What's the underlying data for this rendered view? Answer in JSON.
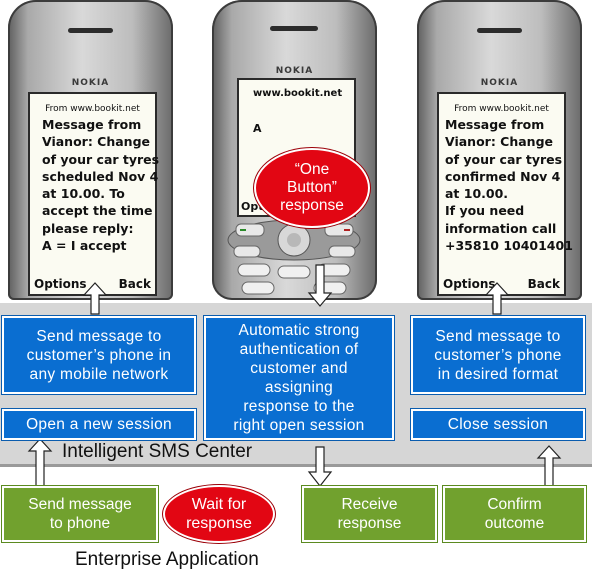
{
  "phones": {
    "brand": "NOKIA",
    "left": {
      "from": "From www.bookit.net",
      "message": "Message from\nVianor: Change\nof your car tyres\nscheduled Nov 4\nat 10.00. To\naccept the time\nplease reply:\nA = I accept",
      "options": "Options",
      "back": "Back"
    },
    "center": {
      "site": "www.bookit.net",
      "reply": "A",
      "options": "Optio"
    },
    "right": {
      "from": "From www.bookit.net",
      "message": "Message from\nVianor: Change\nof your car tyres\nconfirmed Nov 4\nat 10.00.\nIf you need\ninformation call\n+35810 10401401",
      "options": "Options",
      "back": "Back"
    }
  },
  "one_button": "“One\nButton”\nresponse",
  "sms_center": {
    "send_message": "Send message to\ncustomer’s phone in\nany mobile network",
    "authentication": "Automatic strong\nauthentication of\ncustomer and\nassigning\nresponse to the\nright open session",
    "send_format": "Send message to\ncustomer’s phone\nin desired format",
    "open_session": "Open a new session",
    "close_session": "Close session",
    "label": "Intelligent SMS Center"
  },
  "enterprise": {
    "send_to_phone": "Send message\nto phone",
    "wait": "Wait for\nresponse",
    "receive": "Receive\nresponse",
    "confirm": "Confirm\noutcome",
    "label": "Enterprise Application"
  },
  "colors": {
    "blue": "#0a6ed1",
    "green": "#71a12e",
    "red": "#e20613",
    "band": "#d4d4d4"
  }
}
